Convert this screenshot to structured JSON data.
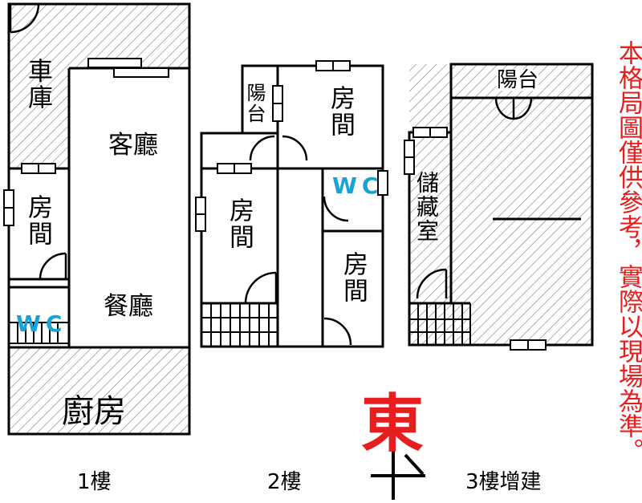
{
  "floor1": {
    "garage": "車庫",
    "living_room": "客廳",
    "bedroom": "房間",
    "dining_room": "餐廳",
    "wc": "WC",
    "kitchen": "廚房",
    "label": "1樓"
  },
  "floor2": {
    "balcony": "陽台",
    "bedroom_top": "房間",
    "bedroom_left": "房間",
    "bedroom_right": "房間",
    "wc": "WC",
    "label": "2樓"
  },
  "floor3": {
    "balcony": "陽台",
    "storage": "儲藏室",
    "label": "3樓增建"
  },
  "compass": {
    "direction": "東"
  },
  "note": {
    "text": "本格局圖僅供參考，實際以現場為準。"
  },
  "colors": {
    "accent_red": "#e61e1e",
    "wc_blue": "#1aa1d6"
  }
}
